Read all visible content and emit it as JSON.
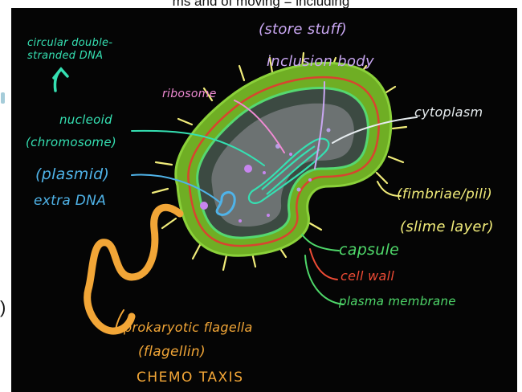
{
  "header_fragment": "ms and of moving = including",
  "left_fragment": ")",
  "colors": {
    "background": "#050505",
    "teal": "#35e0b2",
    "blue": "#4fb3e8",
    "pink": "#f08bd4",
    "lavender": "#c9a7f2",
    "white": "#e6ecef",
    "orange": "#f2a637",
    "yellow": "#f1ec7a",
    "green": "#4fd86a",
    "red": "#ee4b35",
    "cell_green": "#6fae24"
  },
  "labels": {
    "circular_dna": "circular double-stranded DNA",
    "nucleoid": "nucleoid",
    "chromosome": "(chromosome)",
    "plasmid": "(plasmid)",
    "extra_dna": "extra DNA",
    "ribosome": "ribosome",
    "store_stuff": "(store stuff)",
    "inclusion_body": "inclusion body",
    "cytoplasm": "cytoplasm",
    "fimbriae": "(fimbriae/pili)",
    "slime_layer": "(slime layer)",
    "capsule": "capsule",
    "cell_wall": "cell wall",
    "plasma_membrane": "plasma membrane",
    "flagella": "prokaryotic flagella",
    "flagellin": "(flagellin)",
    "chemotaxis": "CHEMO TAXIS"
  }
}
